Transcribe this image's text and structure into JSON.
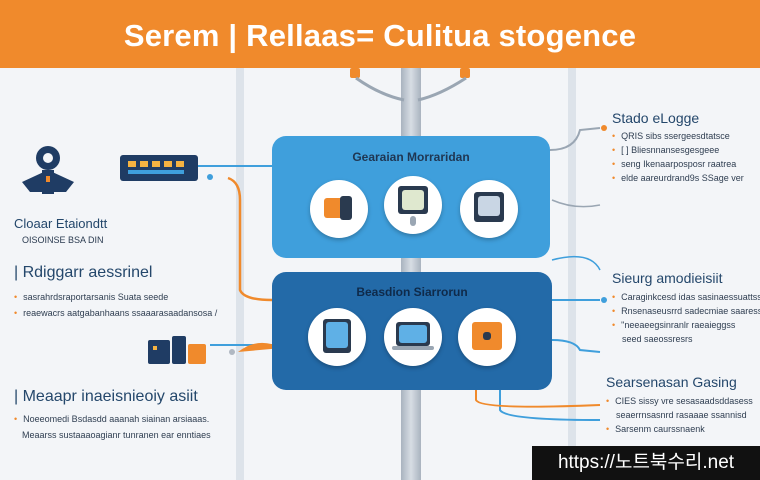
{
  "header": {
    "title": "Serem | Rellaas= Culitua stogence"
  },
  "top_panel": {
    "title": "Gearaian Morraridan"
  },
  "bottom_panel": {
    "title": "Beasdion    Siarrorun"
  },
  "left": {
    "section1": {
      "title": "Cloaar Etaiondtt",
      "subtitle": "OISOINSE BSA DIN"
    },
    "section2": {
      "title": "| Rdiggarr aessrinel",
      "rows": [
        "sasrahrdsraportarsanis Suata seede",
        "reaewacrs aatgabanhaans ssaaarasaadansosa /"
      ]
    },
    "section3": {
      "title": "| Meaapr inaeisnieoiy asiit",
      "rows": [
        "Noeeomedi Bsdasdd aaanah  siainan arsiaaas.",
        "Meaarss sustaaaoagianr tunranen ear  enntiaes"
      ]
    }
  },
  "right": {
    "section1": {
      "title": "Stado eLogge",
      "rows": [
        "QRIS  sibs ssergeesdtatsce",
        "[ ] Bliesnnansesgesgeee",
        "seng Ikenaarposposr raatrea",
        "elde aareurdrand9s SSage ver"
      ]
    },
    "section2": {
      "title": "Sieurg amodieisiit",
      "rows": [
        "Caraginkcesd idas sasinaessuattss",
        "Rnsenaseusrrd sadecmiae saaressaire",
        "\"neeaeegsinranlr  raeaieggss",
        "seed saeossresrs"
      ]
    },
    "section3": {
      "title": "Searsenasan Gasing",
      "rows": [
        "CIES  sissy vre sesasaadsddasess",
        "seaerrnsasnrd rasaaae ssannisd",
        "Sarsenm caurssnaenk"
      ]
    }
  },
  "watermark": {
    "text": "https://노트북수리.net"
  },
  "icons": {
    "left_device": "security-badge-icon",
    "connector": "network-switch-icon",
    "top_devices": [
      "folder-drive-icon",
      "tablet-device-icon",
      "server-device-icon"
    ],
    "bottom_devices": [
      "tablet-device-icon",
      "laptop-device-icon",
      "storage-device-icon"
    ]
  },
  "colors": {
    "header": "#f08a2c",
    "top_panel": "#3f9fdc",
    "bottom_panel": "#236aa8",
    "wire_orange": "#f08a2c",
    "wire_blue": "#3f9fdc"
  }
}
